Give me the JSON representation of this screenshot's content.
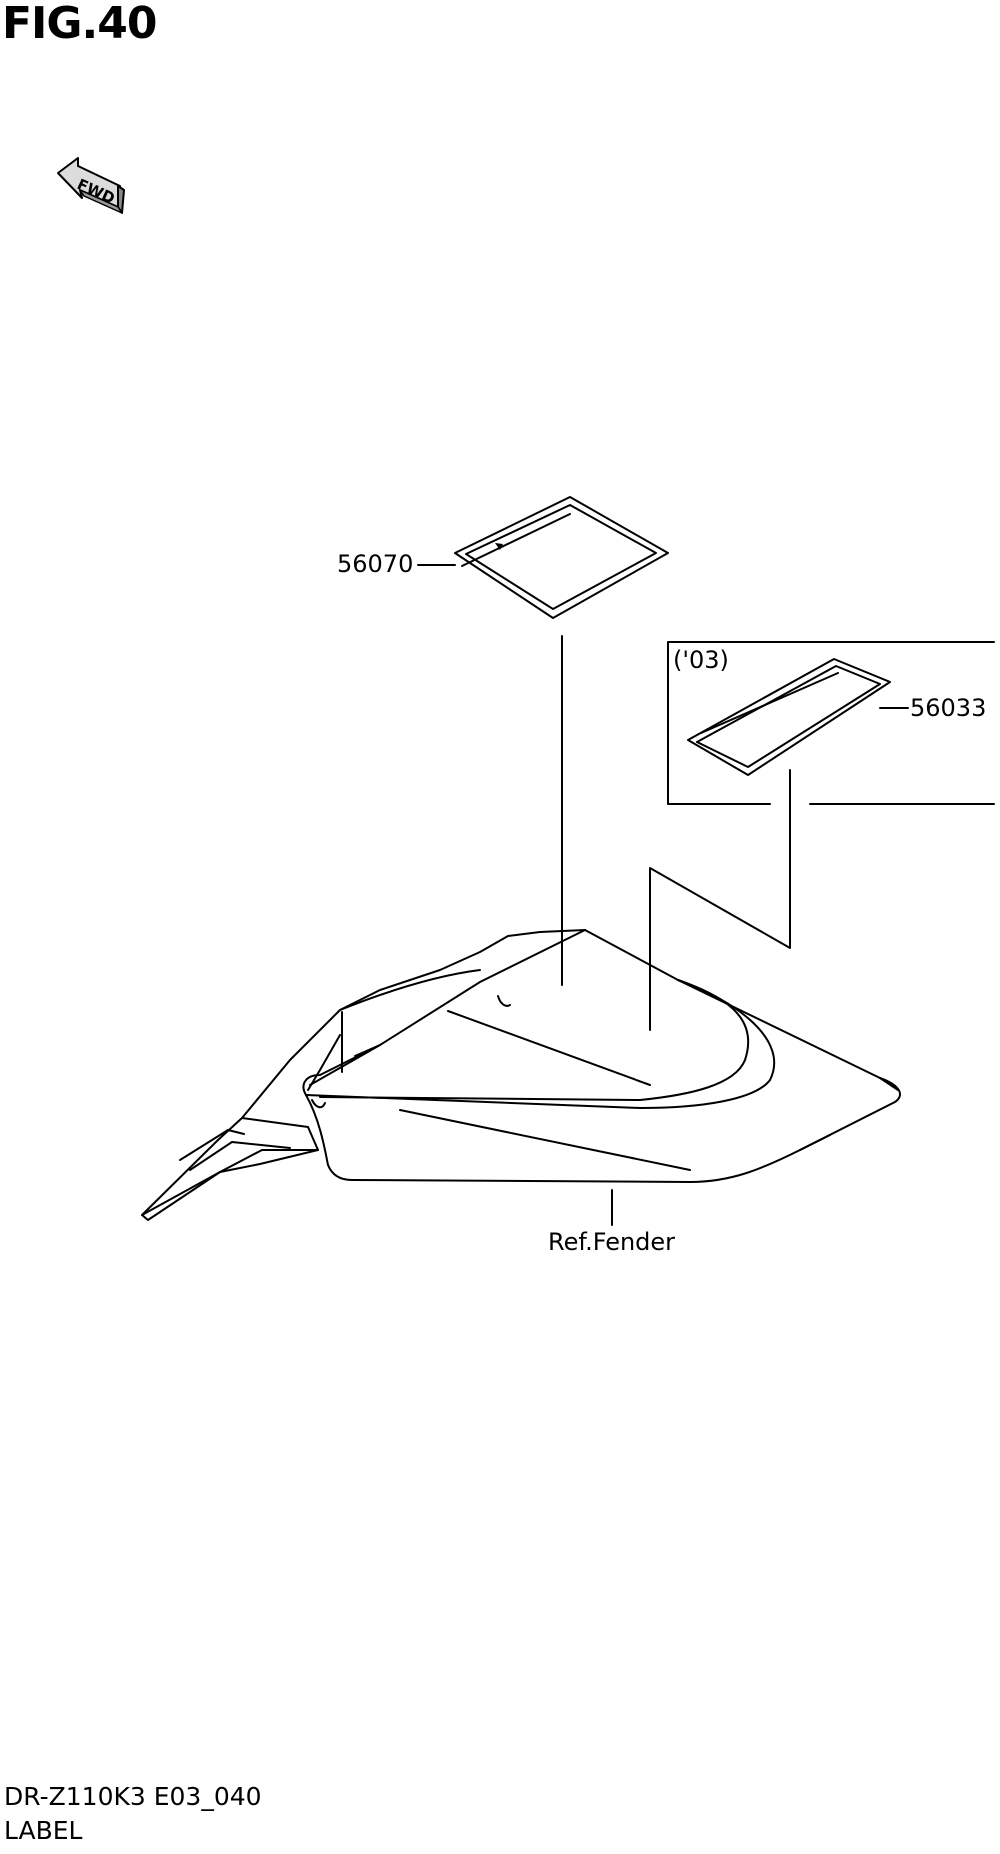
{
  "figure": {
    "title": "FIG.40",
    "fwd_label": "FWD",
    "fwd_icon": "fwd-arrow-icon"
  },
  "parts": {
    "label_a": "56070",
    "label_b": "56033",
    "inset_note": "('03)",
    "ref_fender": "Ref.Fender"
  },
  "footer": {
    "model_code": "DR-Z110K3 E03_040",
    "section": "LABEL"
  },
  "colors": {
    "line": "#000000",
    "background": "#ffffff"
  }
}
